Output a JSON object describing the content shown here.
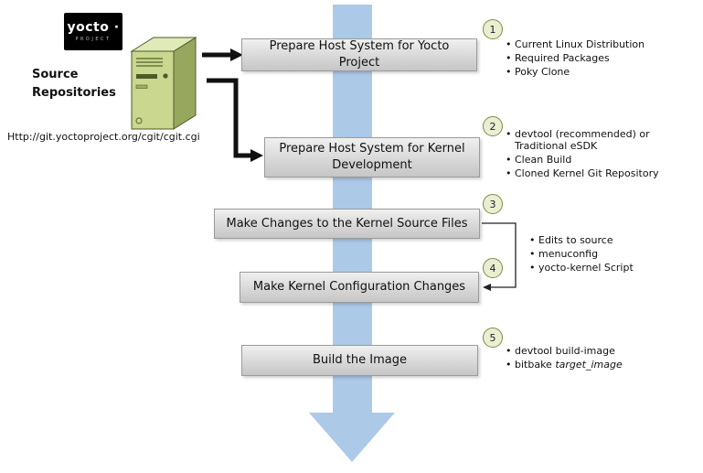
{
  "logo": {
    "wordmark": "yocto ·",
    "project": "PROJECT"
  },
  "source": {
    "label": "Source Repositories",
    "url": "Http://git.yoctoproject.org/cgit/cgit.cgi"
  },
  "steps": [
    {
      "number": "1",
      "label": "Prepare Host System for Yocto Project",
      "bullets": [
        "Current Linux Distribution",
        "Required Packages",
        "Poky Clone"
      ]
    },
    {
      "number": "2",
      "label": "Prepare Host System for Kernel Development",
      "bullets": [
        "devtool (recommended) or Traditional eSDK",
        "Clean Build",
        "Cloned Kernel Git Repository"
      ]
    },
    {
      "number": "3",
      "label": "Make Changes to the Kernel Source Files",
      "bullets": []
    },
    {
      "number": "4",
      "label": "Make Kernel Configuration Changes",
      "bullets": []
    },
    {
      "number": "5",
      "label": "Build the Image",
      "bullets": []
    }
  ],
  "shared_bullets": [
    "Edits to source",
    "menuconfig",
    "yocto-kernel Script"
  ],
  "step5_bullets": {
    "first": "devtool build-image",
    "second_plain": "bitbake ",
    "second_italic": "target_image"
  },
  "colors": {
    "flow_arrow_blue": "#adc9e8",
    "box_fill": "#d8d8d8",
    "box_border": "#9b9b9b",
    "circle_fill": "#e9efd2",
    "circle_border": "#7d8c44",
    "server_green": "#c9d78f",
    "connector_black": "#111111"
  }
}
